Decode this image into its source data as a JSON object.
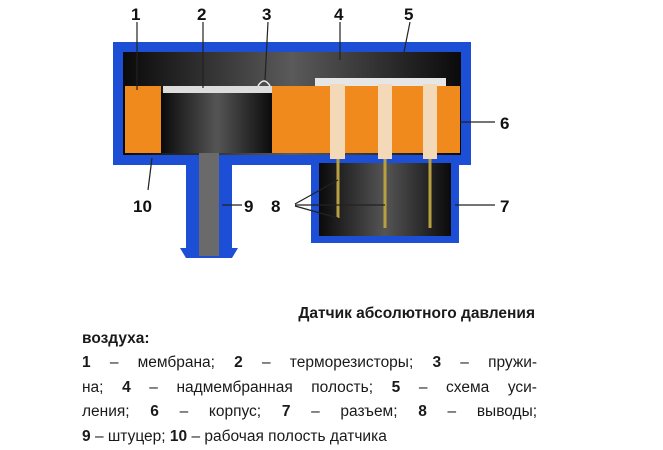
{
  "labels": [
    "1",
    "2",
    "3",
    "4",
    "5",
    "6",
    "7",
    "8",
    "9",
    "10"
  ],
  "caption": {
    "title_line1": "Датчик абсолютного давления",
    "title_line2": "воздуха:",
    "items": [
      {
        "num": "1",
        "text": "– мембрана;"
      },
      {
        "num": "2",
        "text": "– терморезисторы;"
      },
      {
        "num": "3",
        "text": "– пружи-"
      },
      {
        "text_cont": "на;"
      },
      {
        "num": "4",
        "text": "– надмембранная полость;"
      },
      {
        "num": "5",
        "text": "– схема уси-"
      },
      {
        "text_cont": "ления;"
      },
      {
        "num": "6",
        "text": "– корпус;"
      },
      {
        "num": "7",
        "text": "– разъем;"
      },
      {
        "num": "8",
        "text": "– выводы;"
      },
      {
        "num": "9",
        "text": "– штуцер;"
      },
      {
        "num": "10",
        "text": "– рабочая полость датчика"
      }
    ]
  },
  "colors": {
    "housing": "#1d4fd6",
    "body": "#f08a1c",
    "cavity": "#111111",
    "pins": "#f3d9b8"
  }
}
